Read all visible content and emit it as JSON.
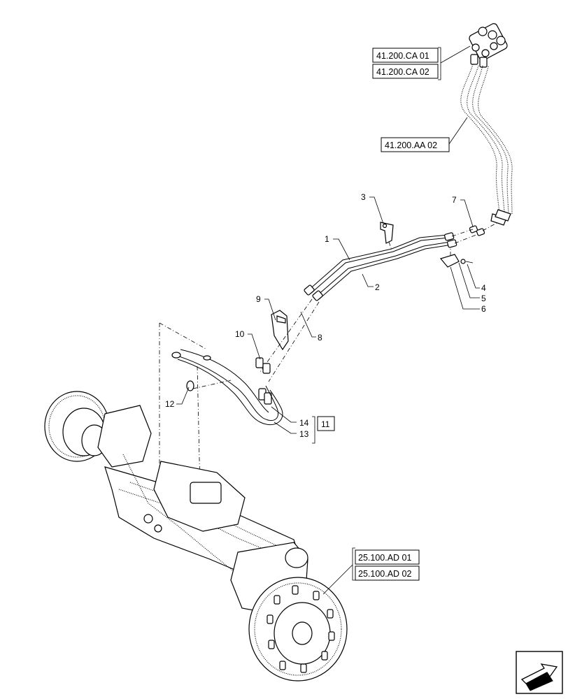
{
  "callouts": {
    "c1": "1",
    "c2": "2",
    "c3": "3",
    "c4": "4",
    "c5": "5",
    "c6": "6",
    "c7": "7",
    "c8": "8",
    "c9": "9",
    "c10": "10",
    "c11": "11",
    "c12": "12",
    "c13": "13",
    "c14": "14"
  },
  "references": {
    "ca01": "41.200.CA 01",
    "ca02": "41.200.CA 02",
    "aa02": "41.200.AA 02",
    "ad01": "25.100.AD 01",
    "ad02": "25.100.AD 02"
  },
  "icons": {
    "nav": "next-page-arrow-icon"
  }
}
